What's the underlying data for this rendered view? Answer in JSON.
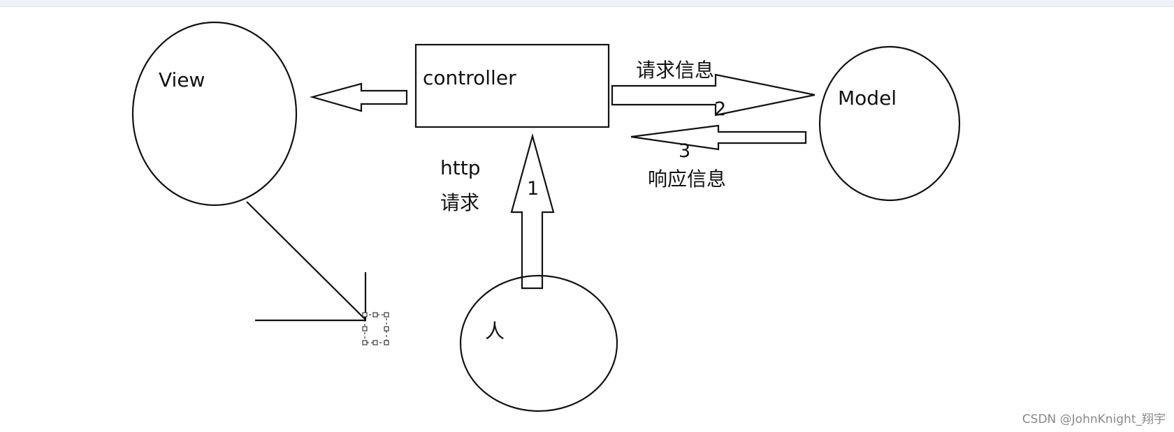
{
  "diagram": {
    "nodes": {
      "view": "View",
      "controller": "controller",
      "model": "Model",
      "person": "人"
    },
    "labels": {
      "http": "http",
      "request_cn": "请求",
      "request_info": "请求信息",
      "response_info": "响应信息"
    },
    "steps": {
      "step1": "1",
      "step2": "2",
      "step3": "3"
    }
  },
  "watermark": "CSDN @JohnKnight_翔宇"
}
